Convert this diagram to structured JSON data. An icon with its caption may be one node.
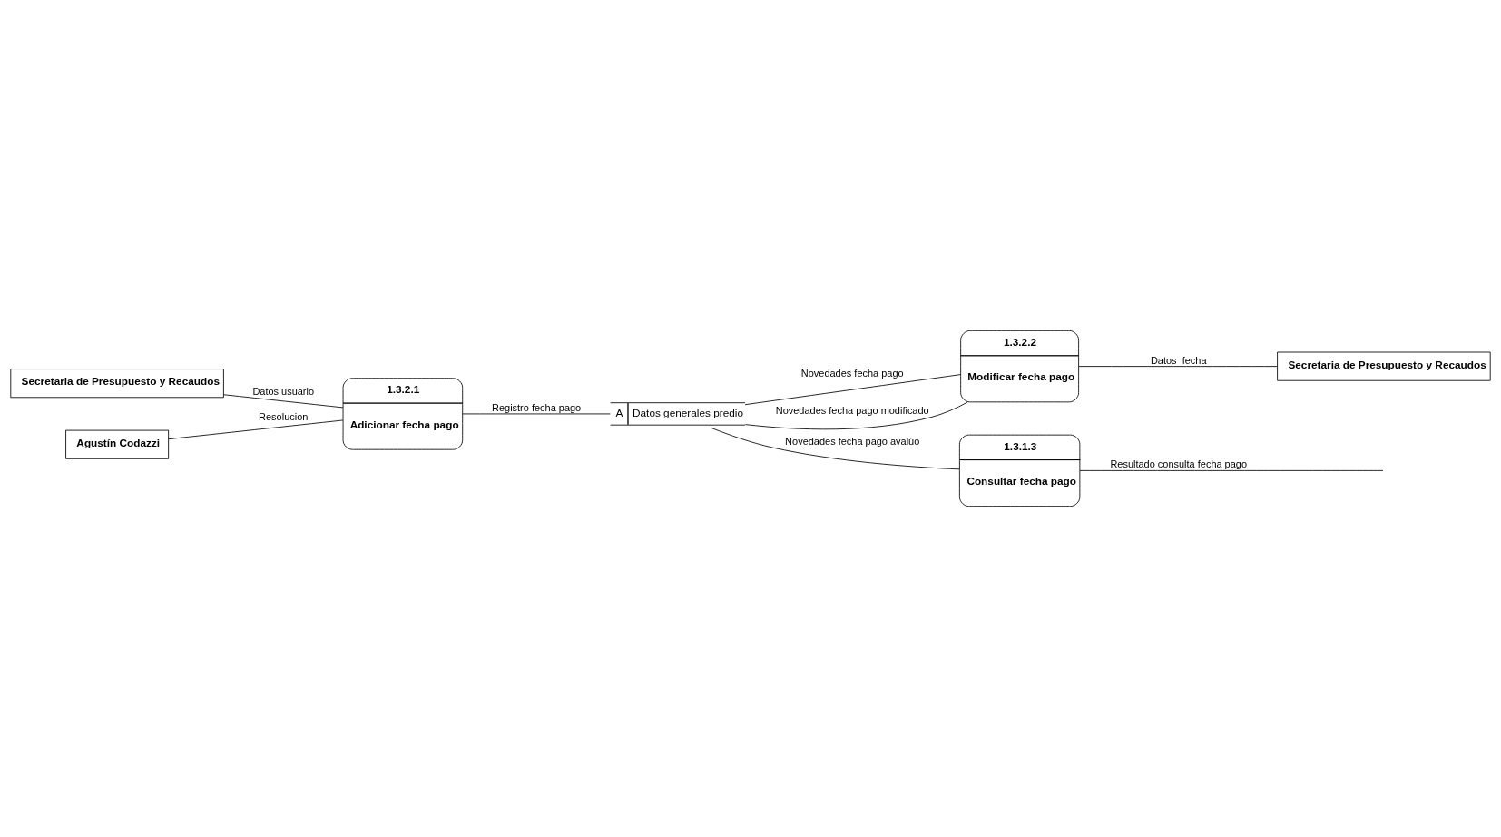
{
  "diagram": {
    "nodes": [
      {
        "text": [
          "Secretaria de Presupuesto y Recaudos"
        ]
      },
      {
        "text": [
          "Agustín Codazzi"
        ]
      },
      {
        "text": [
          "1.3.2.1",
          "Adicionar fecha pago"
        ]
      },
      {
        "text": [
          "A",
          "Datos generales predio"
        ]
      },
      {
        "text": [
          "1.3.2.2",
          "Modificar fecha pago"
        ]
      },
      {
        "text": [
          "1.3.1.3",
          "Consultar fecha pago"
        ]
      },
      {
        "text": [
          "Secretaria de Presupuesto y Recaudos"
        ]
      }
    ],
    "edges": [
      {
        "from": 0,
        "to": 2,
        "arrow": "none",
        "label": "Datos usuario"
      },
      {
        "from": 1,
        "to": 2,
        "arrow": "none",
        "label": "Resolucion"
      },
      {
        "from": 2,
        "to": 3,
        "arrow": "none",
        "label": "Registro fecha pago"
      },
      {
        "from": 3,
        "to": 4,
        "arrow": "none",
        "label": "Novedades fecha pago"
      },
      {
        "from": 4,
        "to": 3,
        "arrow": "none",
        "label": "Novedades fecha pago modificado"
      },
      {
        "from": 3,
        "to": 5,
        "arrow": "none",
        "label": "Novedades fecha pago avalúo"
      },
      {
        "from": 4,
        "to": 6,
        "arrow": "none",
        "label": "Datos  fecha"
      },
      {
        "from": 5,
        "to": null,
        "arrow": "none",
        "label": "Resultado consulta fecha pago"
      }
    ]
  }
}
